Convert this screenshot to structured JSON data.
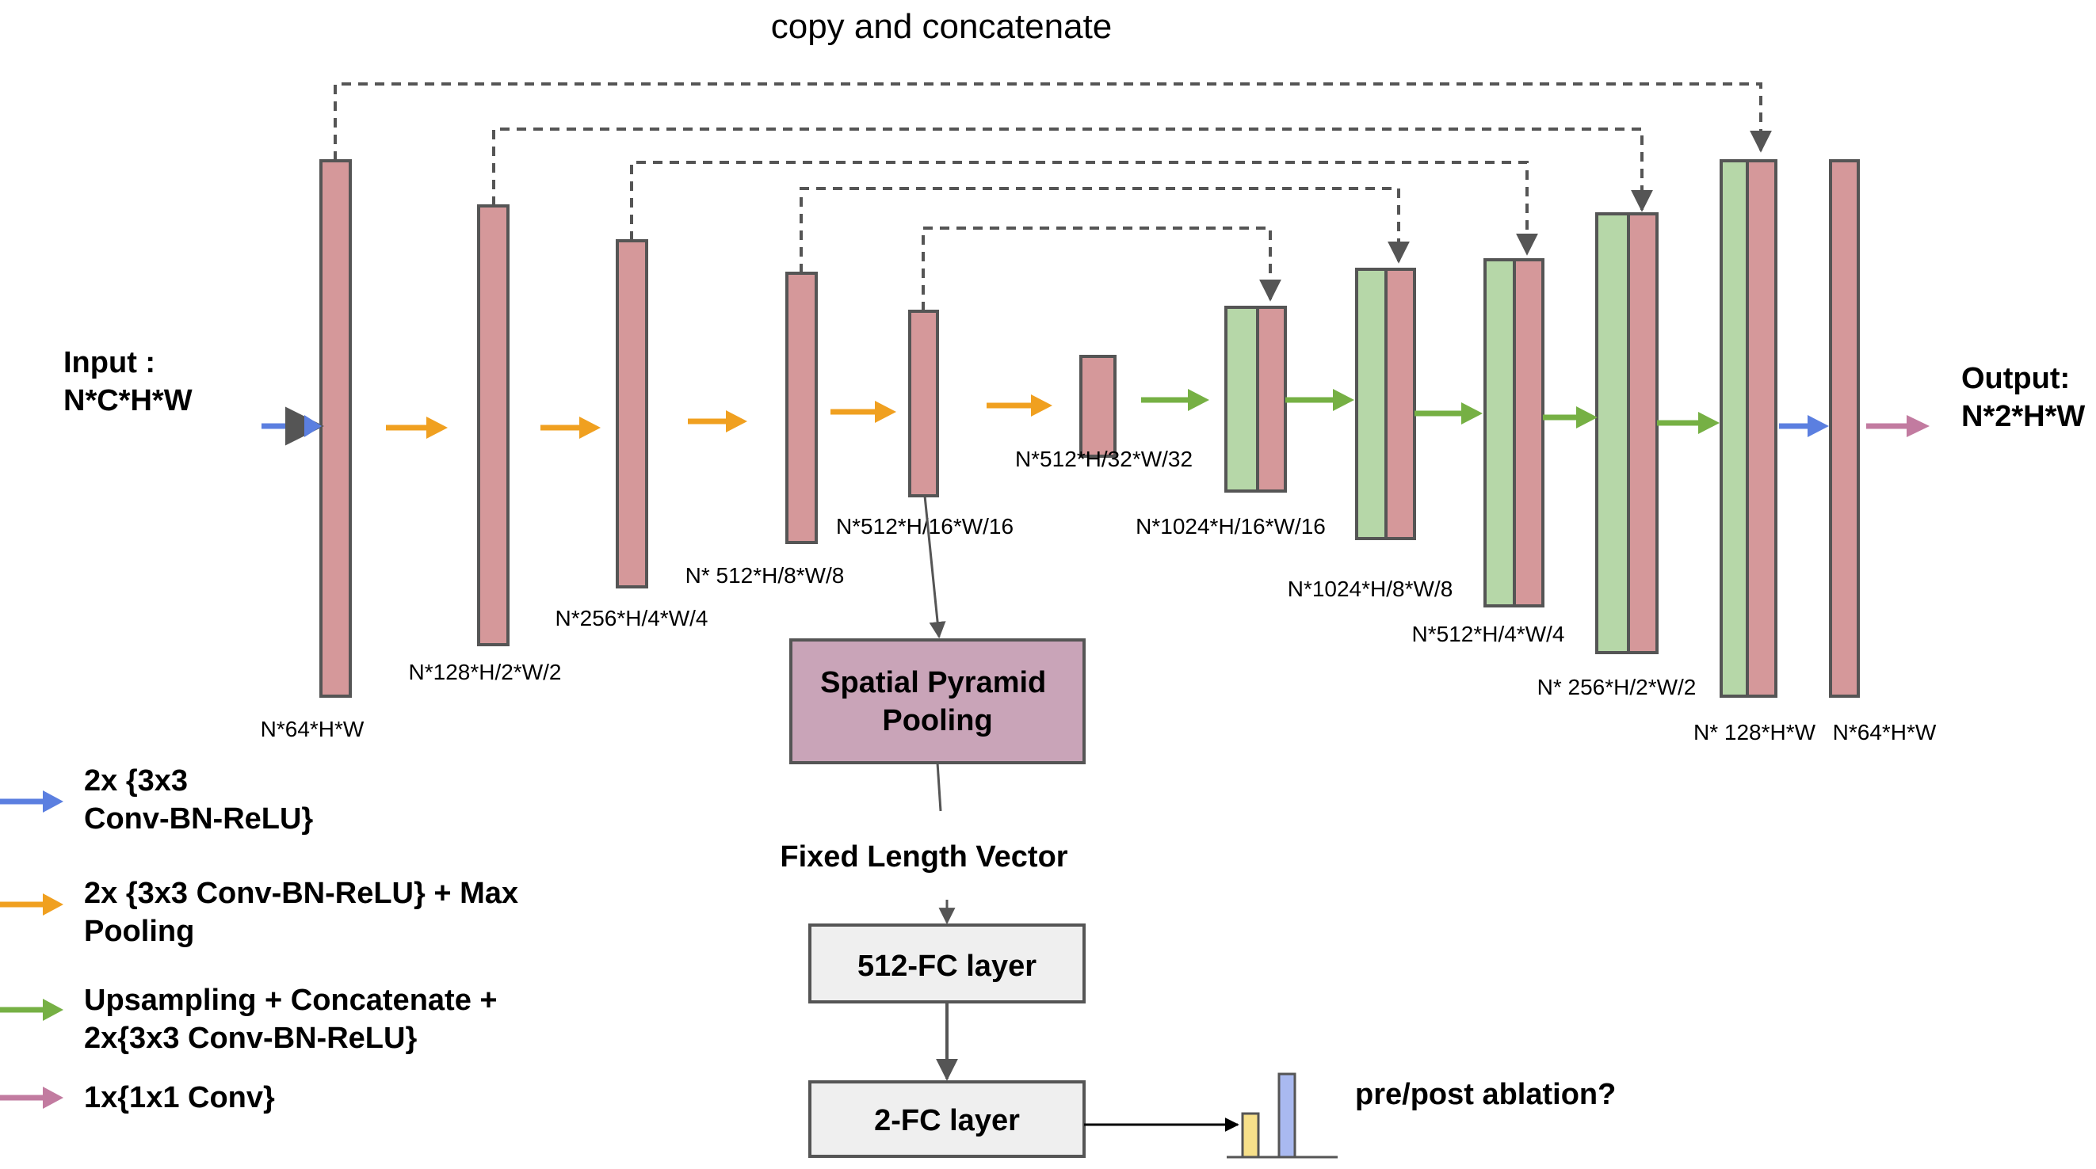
{
  "diagram": {
    "copy_label": "copy and concatenate",
    "input_label": [
      "Input :",
      "N*C*H*W"
    ],
    "output_label": [
      "Output:",
      "N*2*H*W"
    ],
    "dims": {
      "enc1": "N*64*H*W",
      "enc2": "N*128*H/2*W/2",
      "enc3": "N*256*H/4*W/4",
      "enc4": "N* 512*H/8*W/8",
      "enc5": "N*512*H/16*W/16",
      "bottleneck": "N*512*H/32*W/32",
      "dec1": "N*1024*H/16*W/16",
      "dec2": "N*1024*H/8*W/8",
      "dec3": "N*512*H/4*W/4",
      "dec4": "N* 256*H/2*W/2",
      "dec5": "N* 128*H*W",
      "final": "N*64*H*W"
    },
    "spp_label": [
      "Spatial Pyramid",
      "Pooling"
    ],
    "vector_label": "Fixed Length Vector",
    "fc1_label": "512-FC layer",
    "fc2_label": "2-FC layer",
    "question_label": "pre/post ablation?",
    "output_bars": {
      "yellow": 0.5,
      "blue": 0.95
    }
  },
  "legend": [
    {
      "color": "#5b7fe0",
      "lines": [
        "2x {3x3",
        "Conv-BN-ReLU}"
      ]
    },
    {
      "color": "#f0a020",
      "lines": [
        "2x {3x3 Conv-BN-ReLU} + Max",
        "Pooling"
      ]
    },
    {
      "color": "#76b044",
      "lines": [
        "Upsampling + Concatenate +",
        "2x{3x3 Conv-BN-ReLU}"
      ]
    },
    {
      "color": "#c27ba0",
      "lines": [
        "1x{1x1 Conv}"
      ]
    }
  ],
  "colors": {
    "encoder_block": "#d5989a",
    "decoder_block": "#b6d7a8",
    "spp_box": "#c9a4b8",
    "fc_box": "#efefef",
    "bar_yellow": "#f7e08a",
    "bar_blue": "#a9b9f0"
  }
}
